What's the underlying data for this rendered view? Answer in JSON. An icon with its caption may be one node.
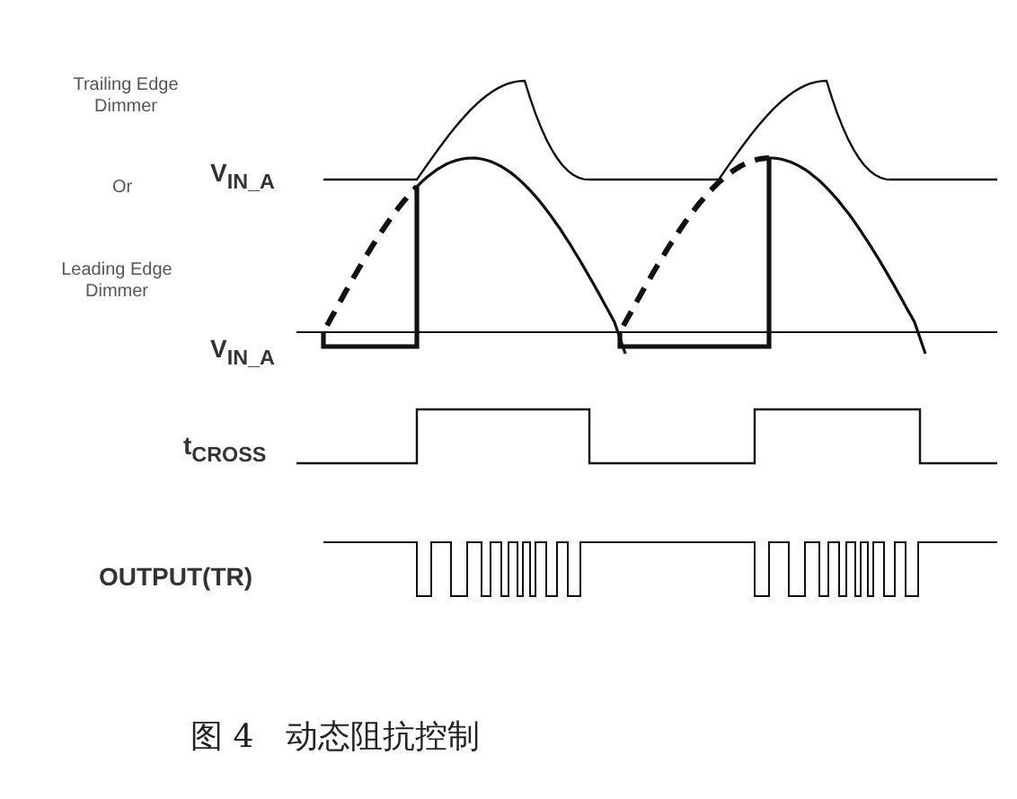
{
  "diagram": {
    "caption": "图 4　动态阻抗控制",
    "labels": [
      "Trailing Edge Dimmer",
      "V$_{IN_A}$",
      "Or",
      "Leading Edge Dimmer",
      "V$_{IN_A}$",
      "t$_{CROSS}$",
      "OUTPUT(TR)"
    ]
  }
}
